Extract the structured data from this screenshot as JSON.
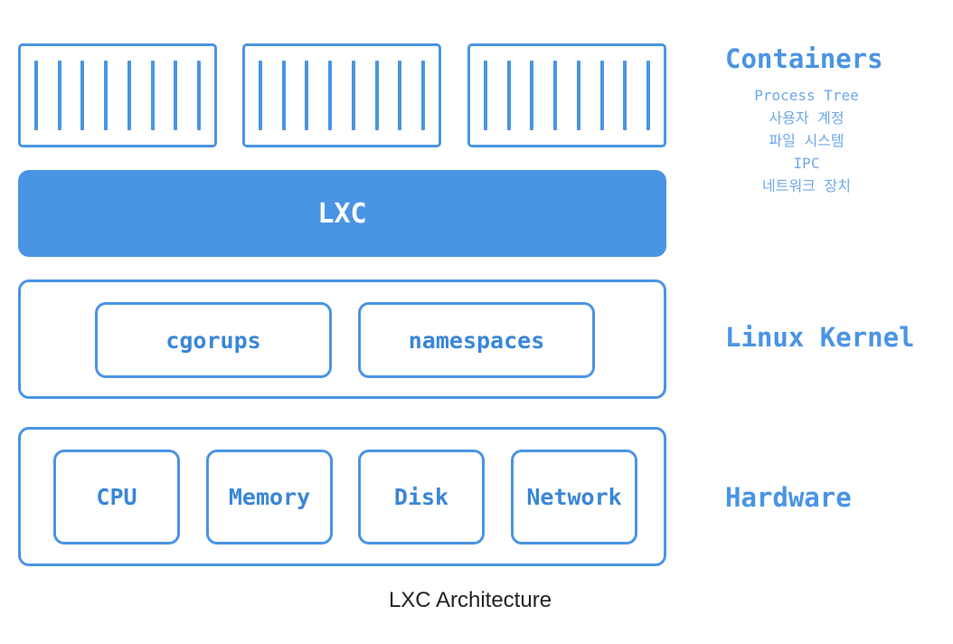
{
  "containers": {
    "count": 3,
    "bars_per_container": 8
  },
  "lxc_label": "LXC",
  "kernel": {
    "items": [
      "cgorups",
      "namespaces"
    ]
  },
  "hardware": {
    "items": [
      "CPU",
      "Memory",
      "Disk",
      "Network"
    ]
  },
  "side_labels": {
    "containers": "Containers",
    "containers_details": [
      "Process Tree",
      "사용자 계정",
      "파일 시스템",
      "IPC",
      "네트워크 장치"
    ],
    "kernel": "Linux Kernel",
    "hardware": "Hardware"
  },
  "caption": "LXC Architecture",
  "colors": {
    "accent": "#4a94e4",
    "text_blue": "#3a86d8",
    "sub_text": "#6ea9e9",
    "caption": "#222222"
  }
}
